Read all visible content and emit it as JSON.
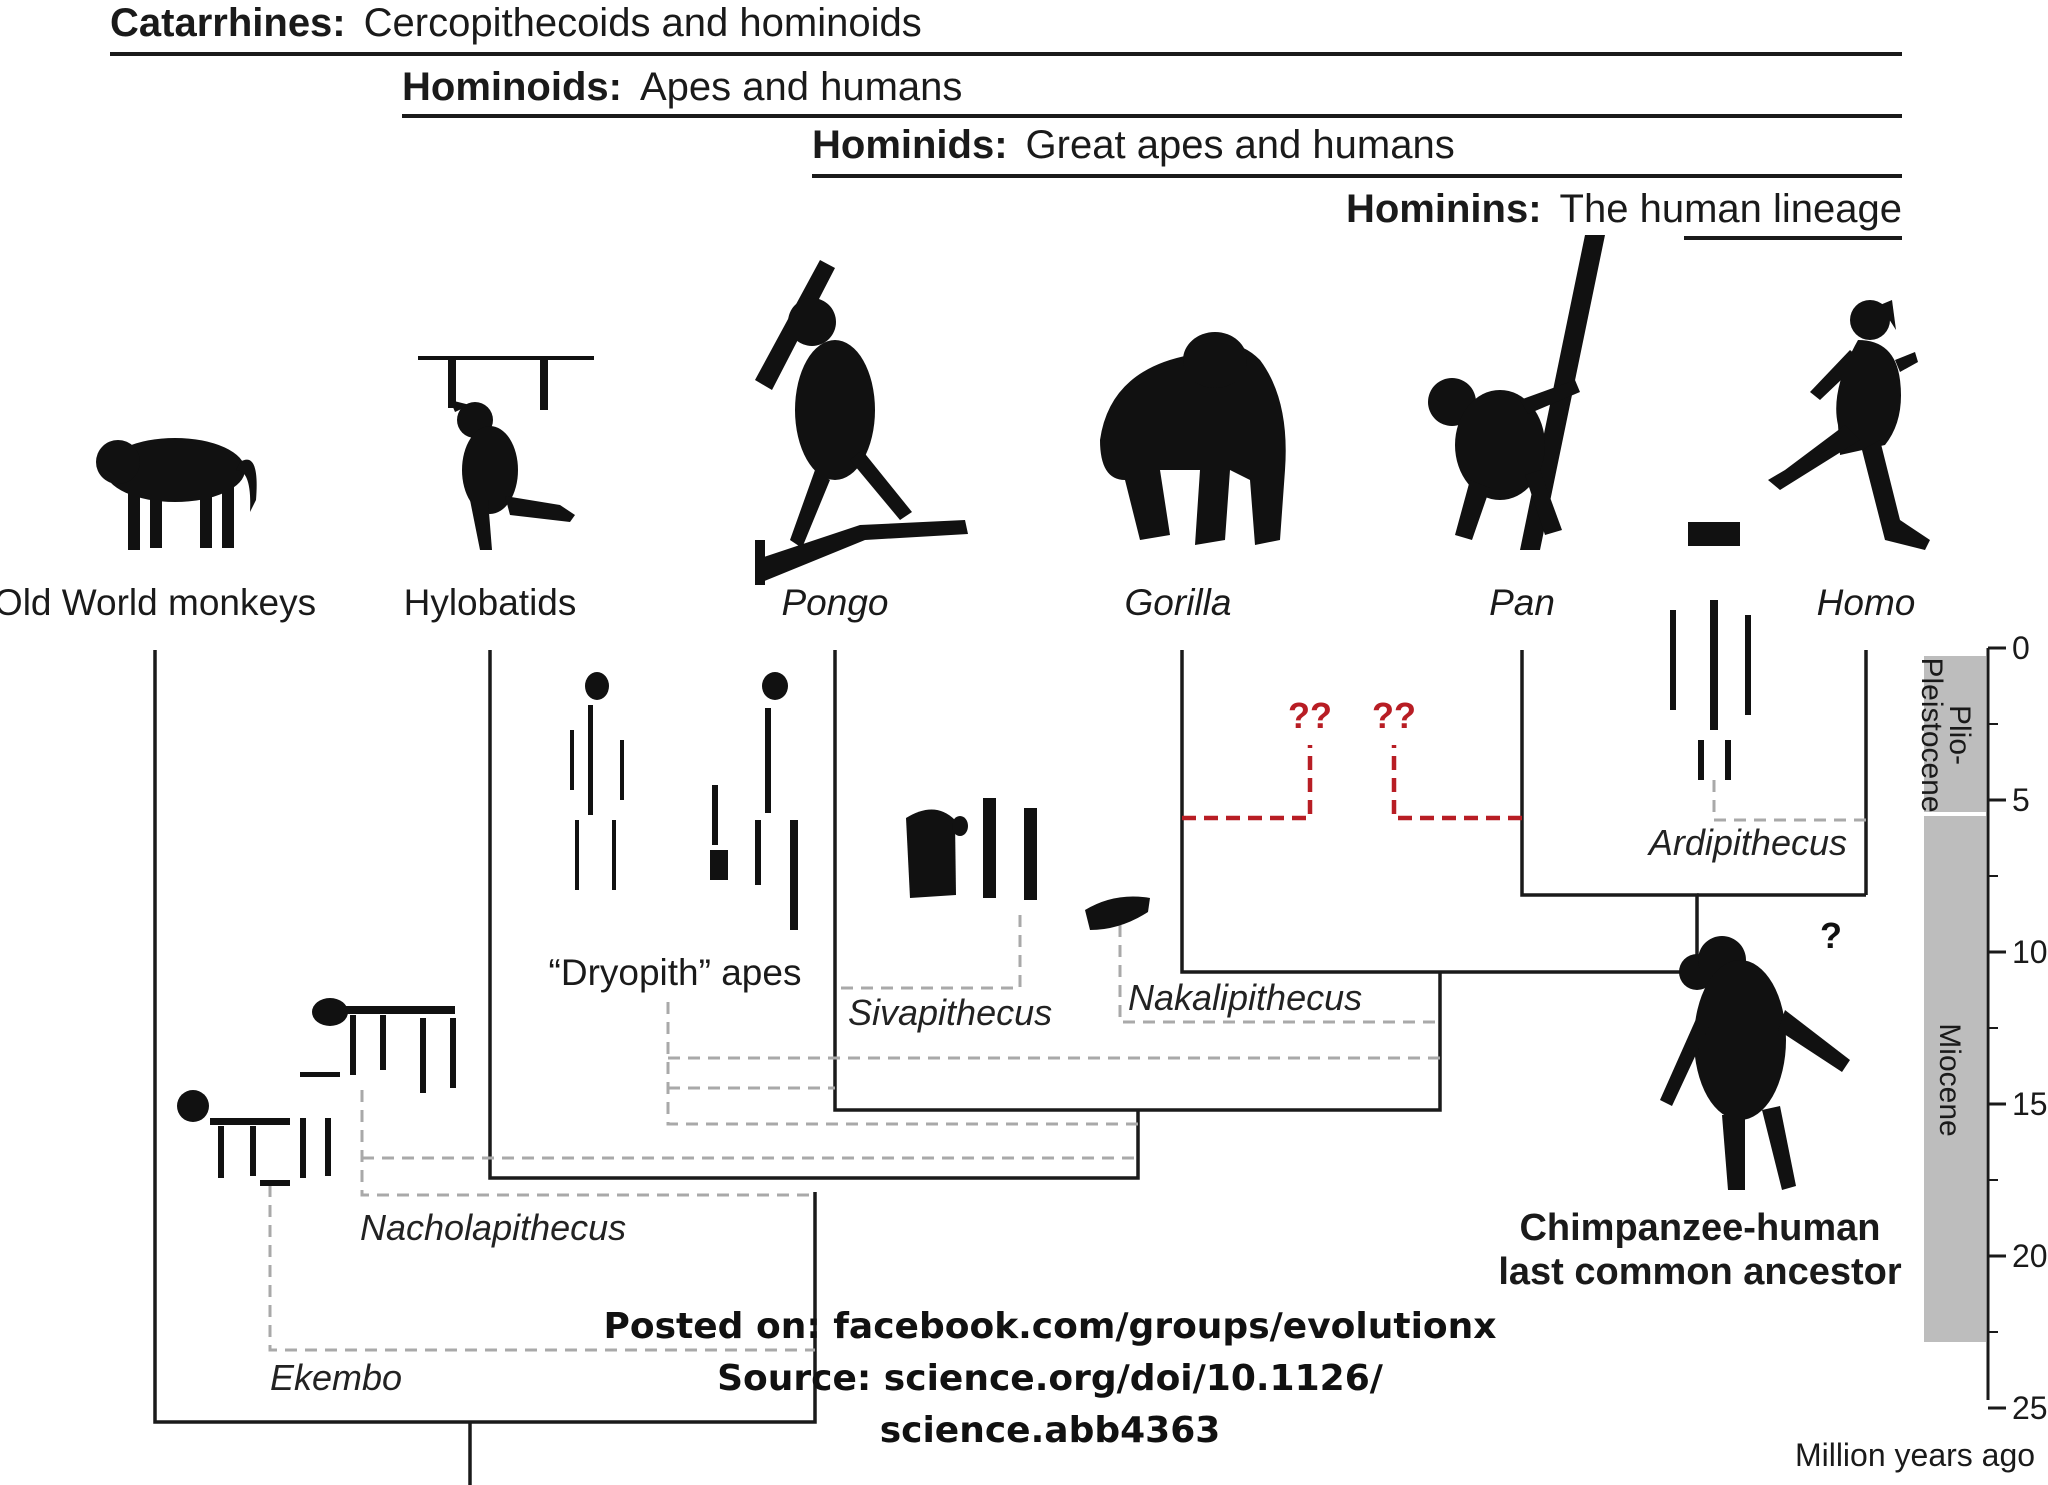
{
  "groups": [
    {
      "bold": "Catarrhines:",
      "text": "Cercopithecoids and hominoids"
    },
    {
      "bold": "Hominoids:",
      "text": "Apes and humans"
    },
    {
      "bold": "Hominids:",
      "text": "Great apes and humans"
    },
    {
      "bold": "Hominins:",
      "text": "The human lineage"
    }
  ],
  "taxa": {
    "old_world_monkeys": "Old World monkeys",
    "hylobatids": "Hylobatids",
    "pongo": "Pongo",
    "gorilla": "Gorilla",
    "pan": "Pan",
    "homo": "Homo"
  },
  "fossils": {
    "dryopith": "“Dryopith” apes",
    "sivapithecus": "Sivapithecus",
    "nakalipithecus": "Nakalipithecus",
    "nacholapithecus": "Nacholapithecus",
    "ekembo": "Ekembo",
    "ardipithecus": "Ardipithecus"
  },
  "uncertain_marks": {
    "left": "??",
    "right": "??",
    "lca": "?"
  },
  "lca_label": {
    "line1": "Chimpanzee-human",
    "line2": "last common ancestor"
  },
  "timescale": {
    "ticks": [
      "0",
      "5",
      "10",
      "15",
      "20",
      "25"
    ],
    "axis_label": "Million years ago",
    "epochs": {
      "plio_line1": "Plio-",
      "plio_line2": "Pleistocene",
      "miocene": "Miocene"
    }
  },
  "watermark": {
    "line1": "Posted on: facebook.com/groups/evolutionx",
    "line2": "Source: science.org/doi/10.1126/",
    "line3": "science.abb4363"
  },
  "colors": {
    "uncertain": "#b81d24",
    "fossil_link": "#a9a9a9",
    "epoch_band": "#bdbdbd"
  }
}
